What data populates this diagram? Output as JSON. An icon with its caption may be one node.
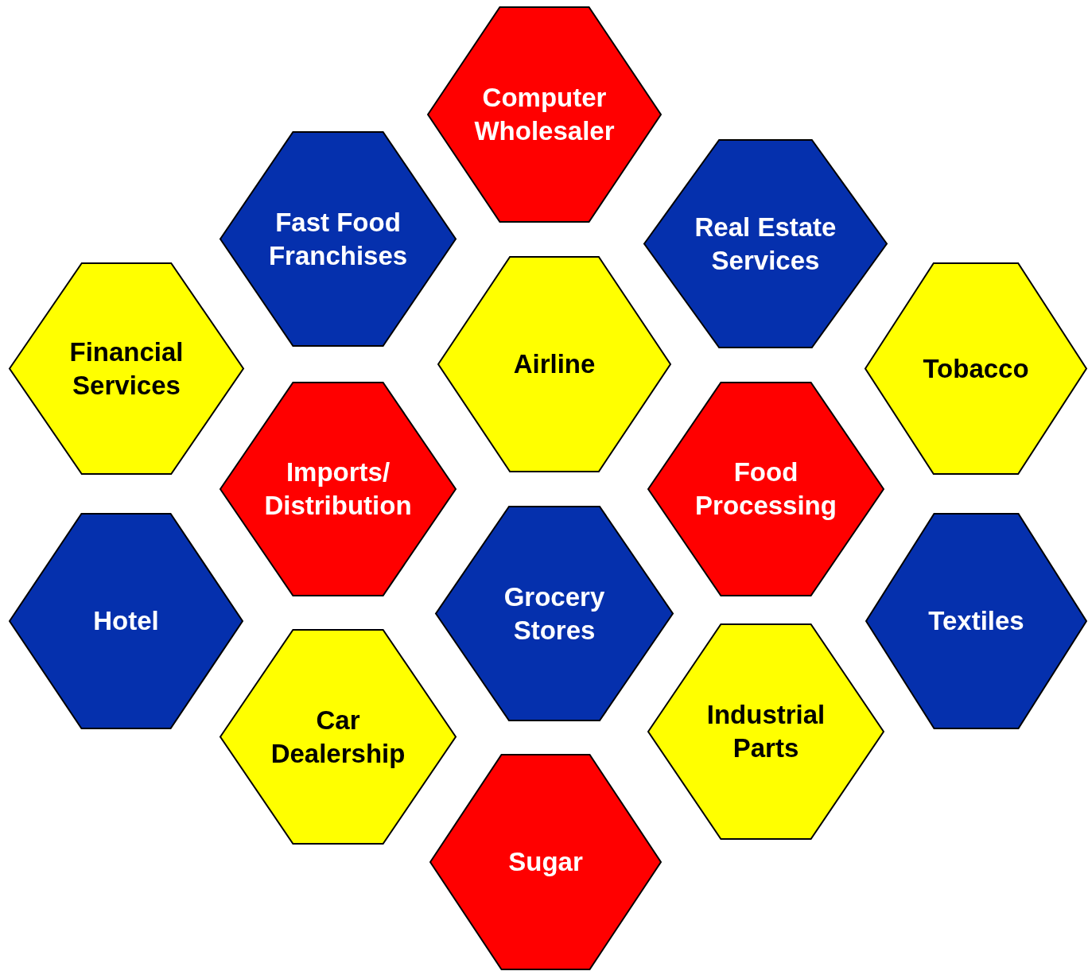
{
  "diagram": {
    "nodes": [
      {
        "text": [
          "Computer Wholesaler"
        ]
      },
      {
        "text": [
          "Fast Food Franchises"
        ]
      },
      {
        "text": [
          "Real Estate Services"
        ]
      },
      {
        "text": [
          "Financial Services"
        ]
      },
      {
        "text": [
          "Airline"
        ]
      },
      {
        "text": [
          "Tobacco"
        ]
      },
      {
        "text": [
          "Imports/ Distribution"
        ]
      },
      {
        "text": [
          "Food Processing"
        ]
      },
      {
        "text": [
          "Hotel"
        ]
      },
      {
        "text": [
          "Grocery Stores"
        ]
      },
      {
        "text": [
          "Textiles"
        ]
      },
      {
        "text": [
          "Car Dealership"
        ]
      },
      {
        "text": [
          "Industrial Parts"
        ]
      },
      {
        "text": [
          "Sugar"
        ]
      }
    ],
    "edges": []
  }
}
